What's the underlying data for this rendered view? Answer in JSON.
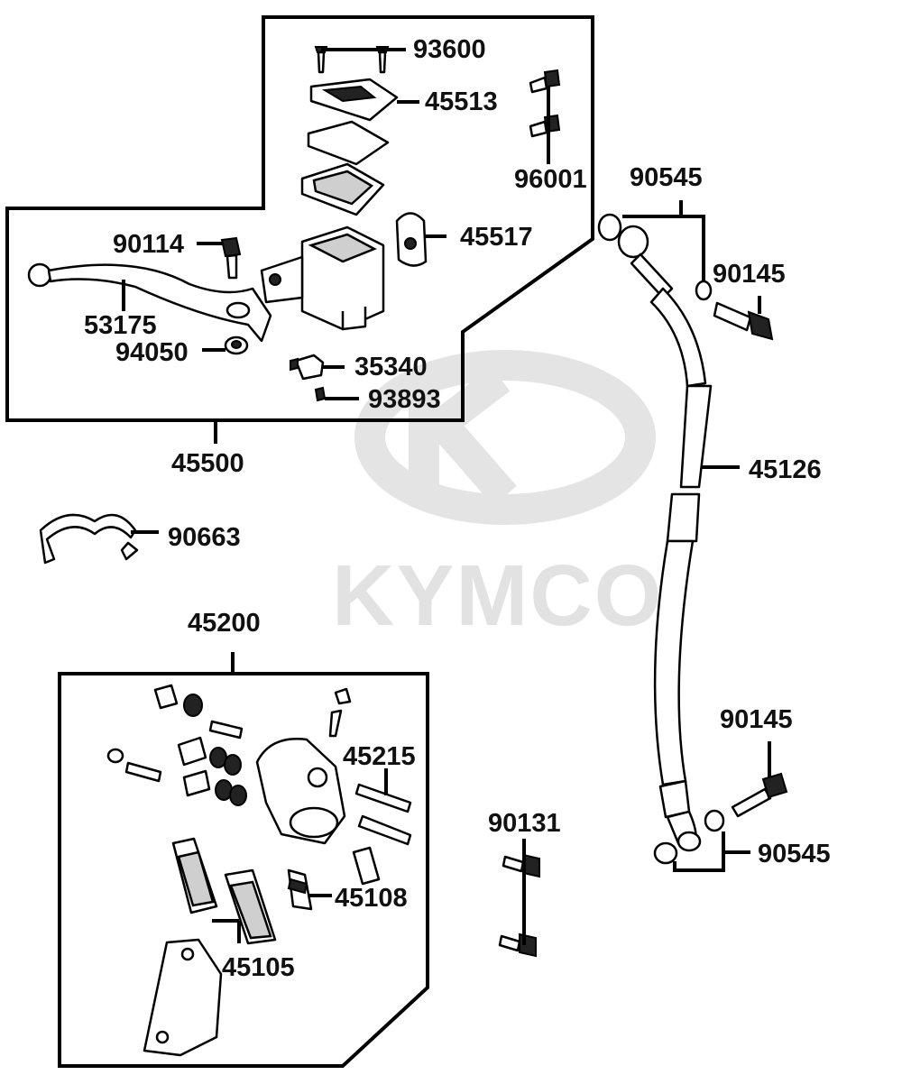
{
  "watermark": {
    "brand": "KYMCO",
    "color": "#e2e2e2"
  },
  "colors": {
    "line": "#000000",
    "label": "#111111",
    "background": "#ffffff"
  },
  "labels": {
    "p93600": "93600",
    "p45513": "45513",
    "p96001": "96001",
    "p90545_top": "90545",
    "p90114": "90114",
    "p45517": "45517",
    "p90145_top": "90145",
    "p53175": "53175",
    "p94050": "94050",
    "p35340": "35340",
    "p93893": "93893",
    "p45500": "45500",
    "p45126": "45126",
    "p90663": "90663",
    "p45200": "45200",
    "p45215": "45215",
    "p90145_bottom": "90145",
    "p90131": "90131",
    "p90545_bottom": "90545",
    "p45108": "45108",
    "p45105": "45105"
  }
}
